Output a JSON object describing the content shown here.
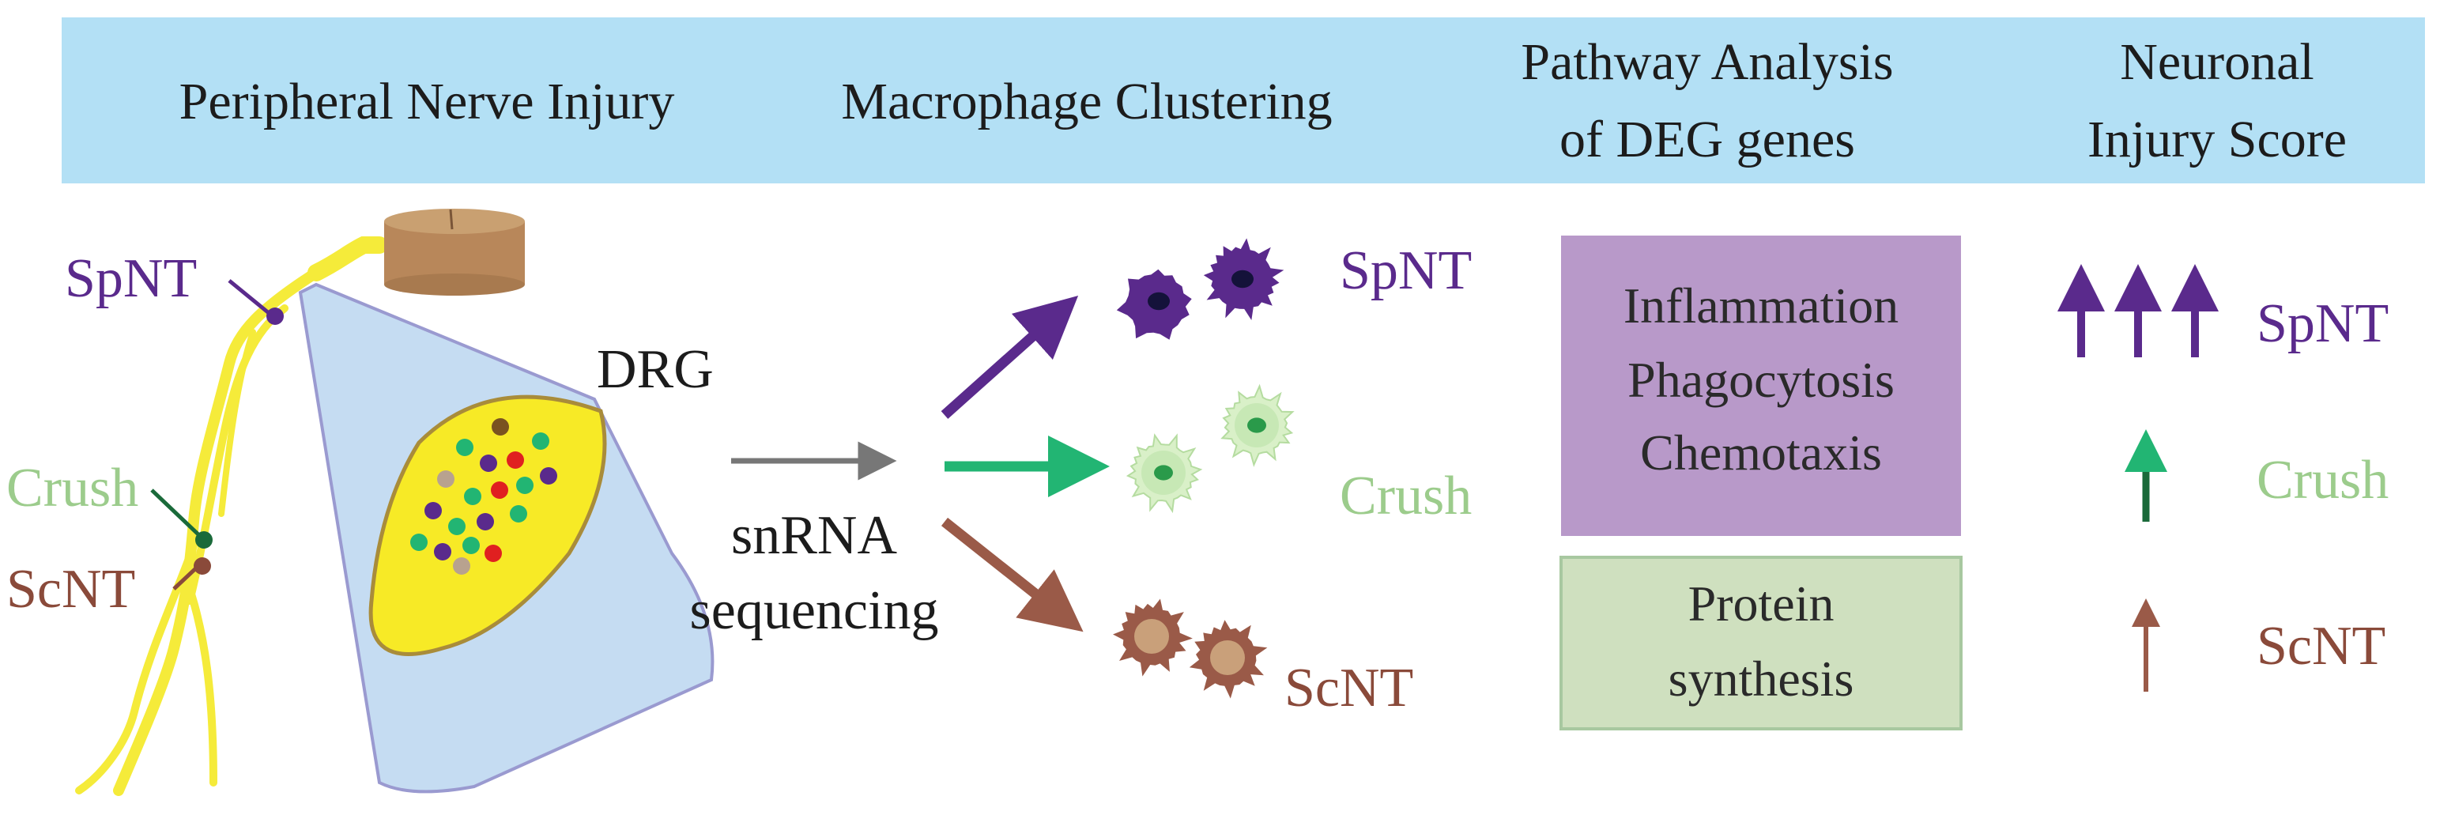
{
  "header": {
    "col1": "Peripheral Nerve Injury",
    "col2": "Macrophage Clustering",
    "col3_line1": "Pathway Analysis",
    "col3_line2": "of DEG genes",
    "col4_line1": "Neuronal",
    "col4_line2": "Injury Score"
  },
  "nerve": {
    "spnt_label": "SpNT",
    "crush_label": "Crush",
    "scnt_label": "ScNT",
    "drg_label": "DRG"
  },
  "sequencing": {
    "line1": "snRNA",
    "line2": "sequencing"
  },
  "clusters": {
    "spnt_label": "SpNT",
    "crush_label": "Crush",
    "scnt_label": "ScNT"
  },
  "pathways": {
    "box1_line1": "Inflammation",
    "box1_line2": "Phagocytosis",
    "box1_line3": "Chemotaxis",
    "box2_line1": "Protein",
    "box2_line2": "synthesis"
  },
  "score": {
    "spnt_label": "SpNT",
    "crush_label": "Crush",
    "scnt_label": "ScNT"
  },
  "colors": {
    "spnt": "#5a2a8c",
    "crush": "#9ccc8c",
    "scnt": "#8a4a3a",
    "header_bg": "#b3e0f5",
    "box1_bg": "#b899c9",
    "box2_bg": "#cfe0bf",
    "drg_bg": "#c5dcf2",
    "nerve": "#f5eb3a"
  }
}
